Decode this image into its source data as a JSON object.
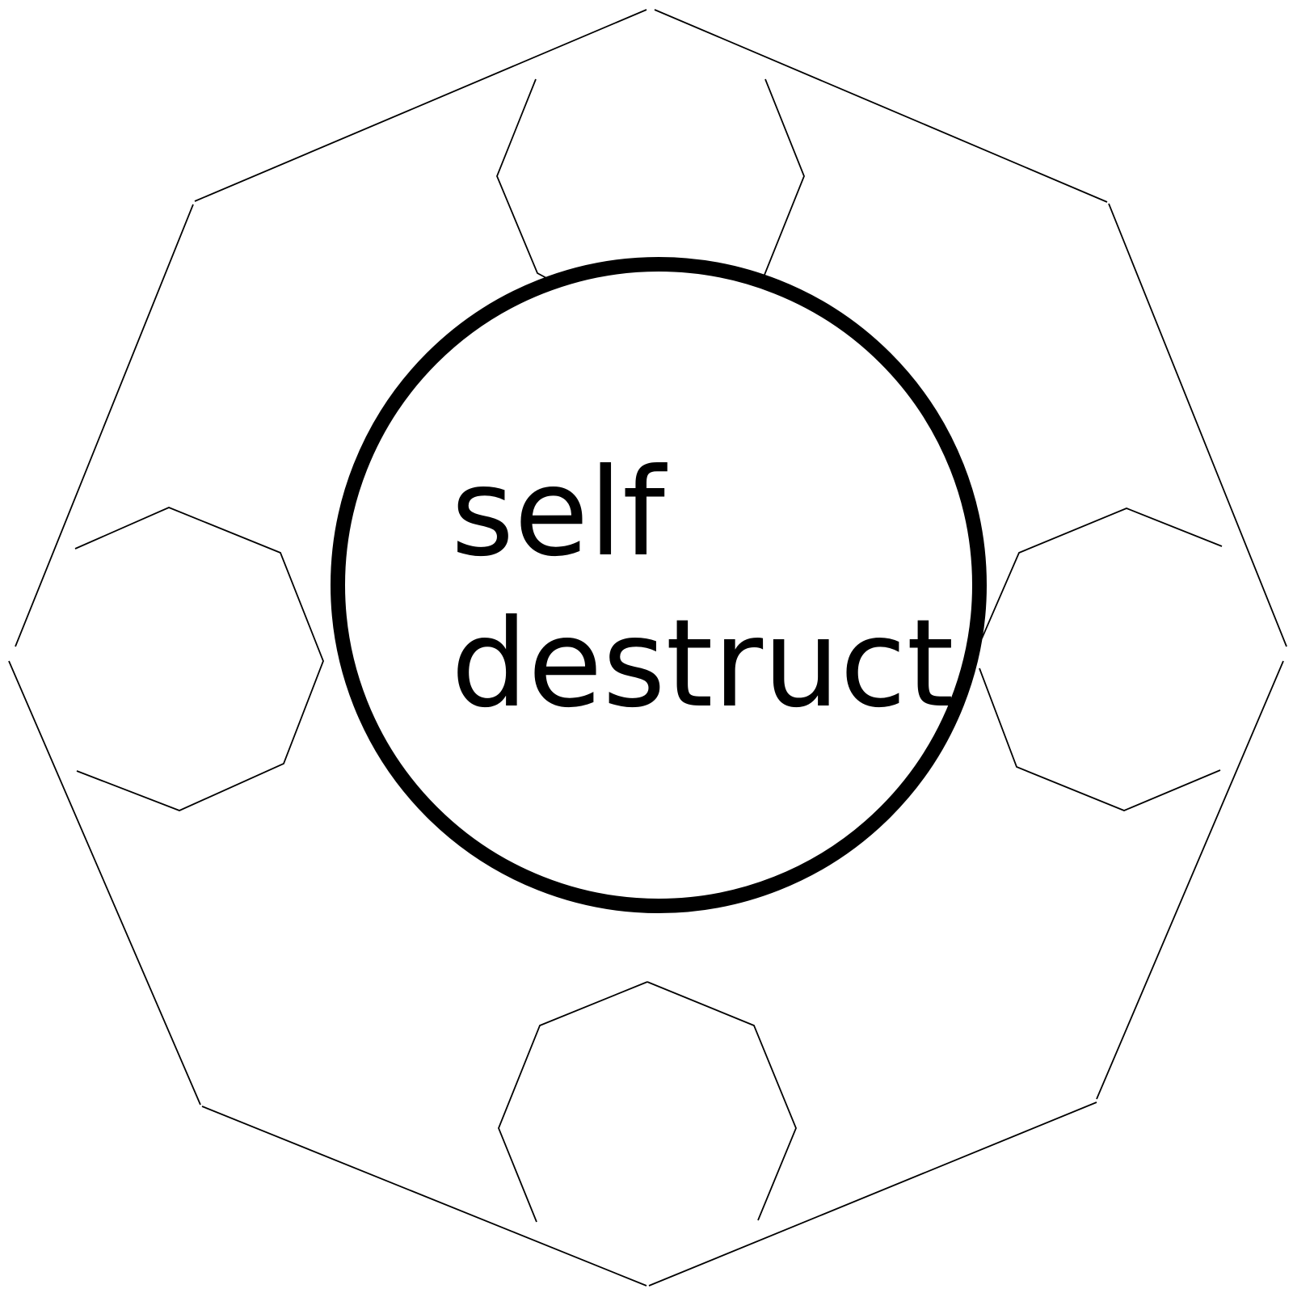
{
  "diagram": {
    "label_line_1": "self",
    "label_line_2": "destruct"
  },
  "colors": {
    "background": "#ffffff",
    "stroke": "#000000",
    "text": "#000000"
  },
  "shapes": {
    "outer_frame": "octagon-outline",
    "notch_top": "partial-polygon",
    "notch_left": "partial-polygon",
    "notch_right": "partial-polygon",
    "notch_bottom": "partial-polygon",
    "center_ring": "circle"
  }
}
